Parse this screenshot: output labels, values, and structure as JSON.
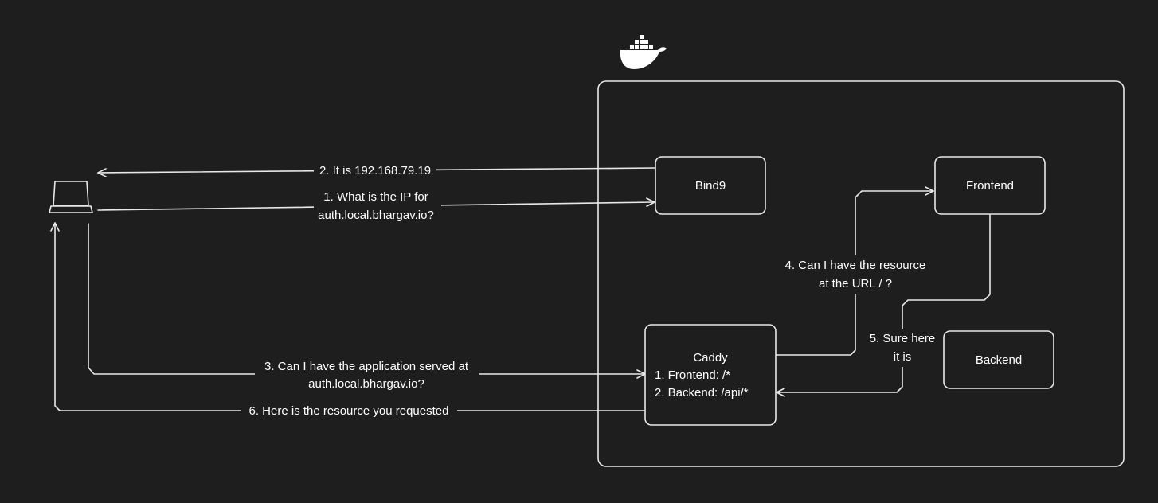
{
  "colors": {
    "background": "#1e1e1e",
    "stroke": "#e8e8e8",
    "text": "#ffffff"
  },
  "icons": {
    "docker": "docker-whale-icon",
    "client": "laptop-icon"
  },
  "nodes": {
    "bind9": "Bind9",
    "frontend": "Frontend",
    "backend": "Backend",
    "caddy_title": "Caddy",
    "caddy_rule_1": "1. Frontend: /*",
    "caddy_rule_2": "2. Backend: /api/*"
  },
  "edges": {
    "step1_line1": "1. What is the IP for",
    "step1_line2": "auth.local.bhargav.io?",
    "step2": "2. It is 192.168.79.19",
    "step3_line1": "3. Can I have the application served at",
    "step3_line2": "auth.local.bhargav.io?",
    "step4_line1": "4. Can I have the resource",
    "step4_line2": "at the URL / ?",
    "step5_line1": "5. Sure here",
    "step5_line2": "it is",
    "step6": "6. Here is the resource you requested"
  }
}
